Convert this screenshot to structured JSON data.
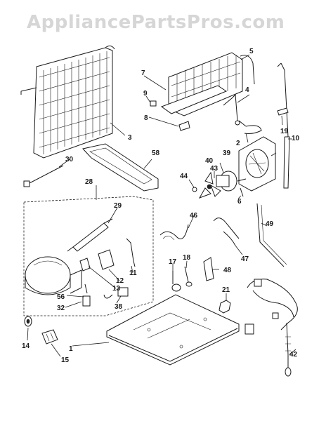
{
  "watermark": "AppliancePartsPros.com",
  "part_labels": {
    "p1": "1",
    "p2": "2",
    "p3": "3",
    "p4": "4",
    "p5": "5",
    "p6": "6",
    "p7": "7",
    "p8": "8",
    "p9": "9",
    "p10": "10",
    "p11": "11",
    "p12": "12",
    "p13": "13",
    "p14": "14",
    "p15": "15",
    "p17": "17",
    "p18": "18",
    "p19": "19",
    "p21": "21",
    "p28": "28",
    "p29": "29",
    "p30": "30",
    "p32": "32",
    "p38": "38",
    "p39": "39",
    "p40": "40",
    "p42": "42",
    "p43": "43",
    "p44": "44",
    "p46": "46",
    "p47": "47",
    "p48": "48",
    "p49": "49",
    "p56": "56",
    "p58": "58"
  }
}
